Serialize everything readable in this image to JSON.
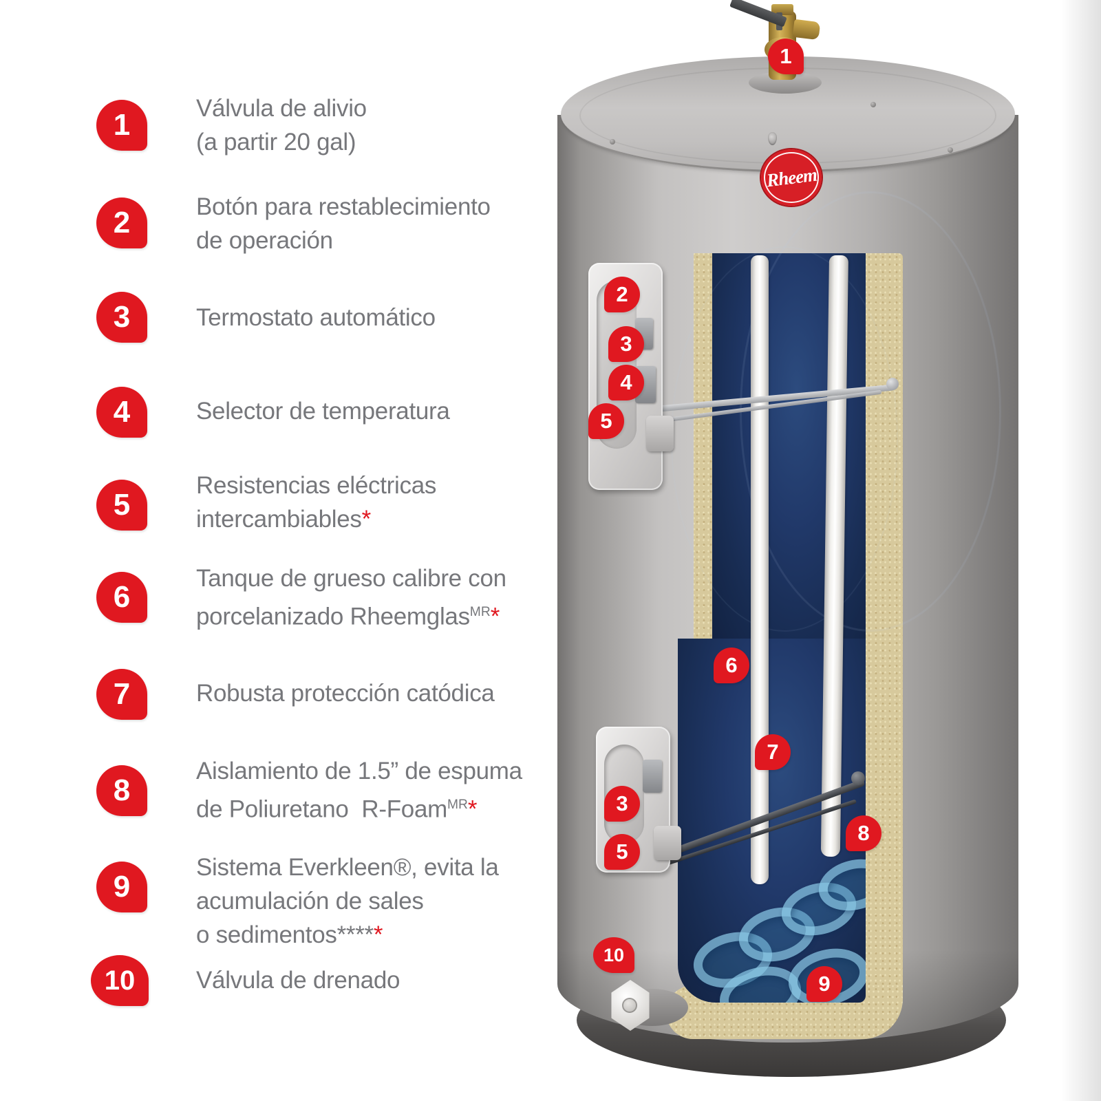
{
  "colors": {
    "accent_red": "#e01820",
    "text_gray": "#76777b",
    "tank_interior_navy": "#21396a",
    "insulation_beige": "#d7c99c"
  },
  "brand": {
    "logo_text": "Rheem"
  },
  "legend": {
    "items": [
      {
        "num": "1",
        "lines": [
          [
            {
              "t": "Válvula de alivio"
            }
          ],
          [
            {
              "t": "(a partir 20 gal)"
            }
          ]
        ]
      },
      {
        "num": "2",
        "lines": [
          [
            {
              "t": "Botón para restablecimiento"
            }
          ],
          [
            {
              "t": "de operación"
            }
          ]
        ]
      },
      {
        "num": "3",
        "lines": [
          [
            {
              "t": "Termostato automático"
            }
          ]
        ]
      },
      {
        "num": "4",
        "lines": [
          [
            {
              "t": "Selector de temperatura"
            }
          ]
        ]
      },
      {
        "num": "5",
        "lines": [
          [
            {
              "t": "Resistencias eléctricas"
            }
          ],
          [
            {
              "t": "intercambiables"
            },
            {
              "t": "*",
              "s": "r"
            }
          ]
        ]
      },
      {
        "num": "6",
        "lines": [
          [
            {
              "t": "Tanque de grueso calibre con"
            }
          ],
          [
            {
              "t": "porcelanizado Rheemglas"
            },
            {
              "t": "MR",
              "s": "sup"
            },
            {
              "t": "*",
              "s": "r"
            }
          ]
        ]
      },
      {
        "num": "7",
        "lines": [
          [
            {
              "t": "Robusta protección catódica"
            }
          ]
        ]
      },
      {
        "num": "8",
        "lines": [
          [
            {
              "t": "Aislamiento de 1.5” de espuma"
            }
          ],
          [
            {
              "t": "de Poliuretano  R-Foam"
            },
            {
              "t": "MR",
              "s": "sup"
            },
            {
              "t": "*",
              "s": "r"
            }
          ]
        ]
      },
      {
        "num": "9",
        "lines": [
          [
            {
              "t": "Sistema Everkleen®, evita la"
            }
          ],
          [
            {
              "t": "acumulación de sales"
            }
          ],
          [
            {
              "t": "o sedimentos"
            },
            {
              "t": "****"
            },
            {
              "t": "*",
              "s": "r"
            }
          ]
        ]
      },
      {
        "num": "10",
        "lines": [
          [
            {
              "t": "Válvula de drenado"
            }
          ]
        ]
      }
    ]
  },
  "diagram": {
    "badges": [
      "1",
      "2",
      "3",
      "4",
      "5",
      "3",
      "5",
      "6",
      "7",
      "8",
      "9",
      "10"
    ]
  }
}
